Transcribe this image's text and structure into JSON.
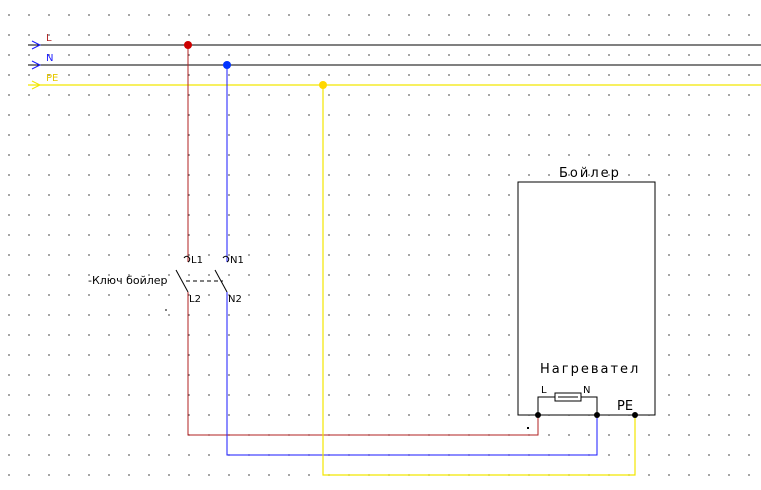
{
  "bus": {
    "l_label": "L",
    "n_label": "N",
    "pe_label": "PE"
  },
  "switch": {
    "name": "-Ключ бойлер",
    "pin_l1": "L1",
    "pin_n1": "N1",
    "pin_l2": "L2",
    "pin_n2": "N2"
  },
  "boiler": {
    "title": "Бойлер",
    "heater_title": "Нагревател",
    "heater_pin_l": "L",
    "heater_pin_n": "N",
    "pe_label": "PE"
  },
  "colors": {
    "l_wire": "#b22222",
    "n_wire": "#1a1aff",
    "pe_wire": "#f2e600",
    "junction_l": "#cc0000",
    "junction_n": "#0033ff",
    "junction_pe": "#ffd700",
    "outline": "#000000"
  }
}
